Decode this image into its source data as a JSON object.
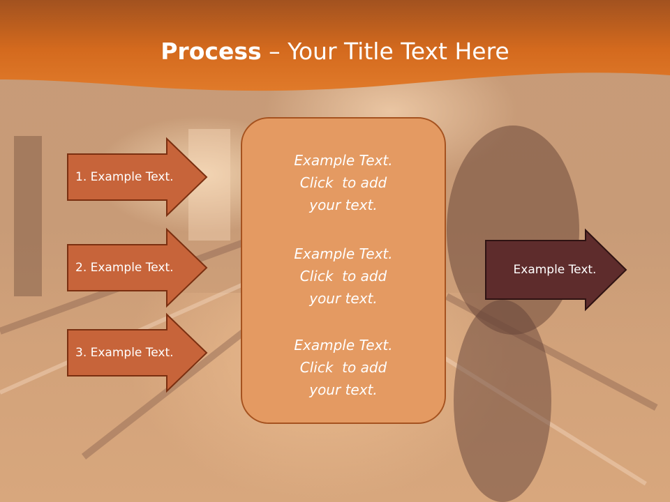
{
  "title": {
    "bold": "Process",
    "rest": " – Your Title Text Here"
  },
  "left_arrows": [
    {
      "label": "1. Example Text."
    },
    {
      "label": "2. Example Text."
    },
    {
      "label": "3. Example Text."
    }
  ],
  "center_items": [
    {
      "lines": [
        "Example Text.",
        "Click  to add",
        "your text."
      ]
    },
    {
      "lines": [
        "Example Text.",
        "Click  to add",
        "your text."
      ]
    },
    {
      "lines": [
        "Example Text.",
        "Click  to add",
        "your text."
      ]
    }
  ],
  "right_arrow": {
    "label": "Example Text."
  },
  "colors": {
    "header_orange": "#d46a1e",
    "arrow_fill": "#c7643a",
    "arrow_border": "#7a2f10",
    "center_fill": "#e49a62",
    "center_border": "#a5521f",
    "right_arrow_fill": "#5e2c2c",
    "text_white": "#ffffff"
  }
}
